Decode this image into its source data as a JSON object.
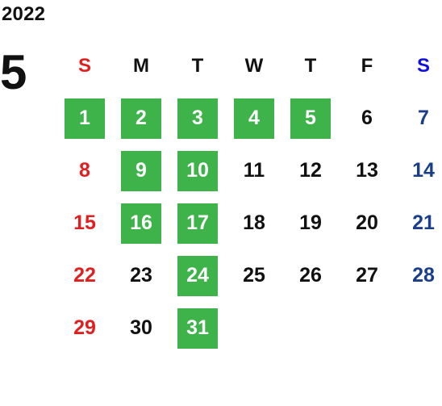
{
  "calendar": {
    "year": "2022",
    "month": "5",
    "weekdays": [
      "S",
      "M",
      "T",
      "W",
      "T",
      "F",
      "S"
    ],
    "colors": {
      "highlight": "#3db34a",
      "sunday": "#e02020",
      "saturday_header": "#1010e0",
      "saturday_date": "#1a3e8a",
      "normal": "#111111"
    },
    "weeks": [
      [
        {
          "day": "1",
          "green": true
        },
        {
          "day": "2",
          "green": true
        },
        {
          "day": "3",
          "green": true
        },
        {
          "day": "4",
          "green": true
        },
        {
          "day": "5",
          "green": true
        },
        {
          "day": "6",
          "green": false
        },
        {
          "day": "7",
          "green": false
        }
      ],
      [
        {
          "day": "8",
          "green": false
        },
        {
          "day": "9",
          "green": true
        },
        {
          "day": "10",
          "green": true
        },
        {
          "day": "11",
          "green": false
        },
        {
          "day": "12",
          "green": false
        },
        {
          "day": "13",
          "green": false
        },
        {
          "day": "14",
          "green": false
        }
      ],
      [
        {
          "day": "15",
          "green": false
        },
        {
          "day": "16",
          "green": true
        },
        {
          "day": "17",
          "green": true
        },
        {
          "day": "18",
          "green": false
        },
        {
          "day": "19",
          "green": false
        },
        {
          "day": "20",
          "green": false
        },
        {
          "day": "21",
          "green": false
        }
      ],
      [
        {
          "day": "22",
          "green": false
        },
        {
          "day": "23",
          "green": false
        },
        {
          "day": "24",
          "green": true
        },
        {
          "day": "25",
          "green": false
        },
        {
          "day": "26",
          "green": false
        },
        {
          "day": "27",
          "green": false
        },
        {
          "day": "28",
          "green": false
        }
      ],
      [
        {
          "day": "29",
          "green": false
        },
        {
          "day": "30",
          "green": false
        },
        {
          "day": "31",
          "green": true
        },
        {
          "day": "",
          "green": false
        },
        {
          "day": "",
          "green": false
        },
        {
          "day": "",
          "green": false
        },
        {
          "day": "",
          "green": false
        }
      ]
    ]
  }
}
